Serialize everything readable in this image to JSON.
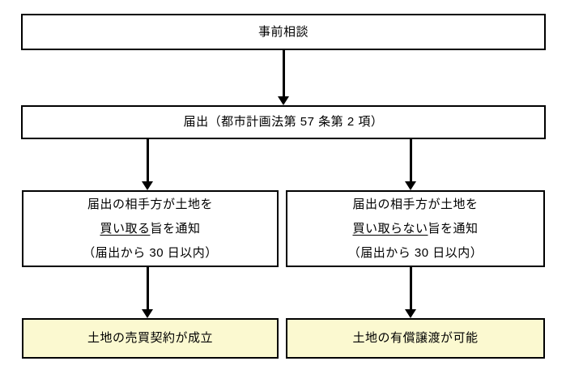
{
  "diagram": {
    "type": "flowchart",
    "colors": {
      "background": "#ffffff",
      "box_border": "#000000",
      "result_box_fill": "#fbf9d0",
      "text": "#000000",
      "arrow": "#000000"
    },
    "nodes": {
      "prior_consultation": {
        "label": "事前相談"
      },
      "notification": {
        "label": "届出（都市計画法第 57 条第 2 項）"
      },
      "buy_notice": {
        "line1": "届出の相手方が土地を",
        "line2_underline": "買い取る",
        "line2_rest": "旨を通知",
        "line3": "（届出から 30 日以内）"
      },
      "no_buy_notice": {
        "line1": "届出の相手方が土地を",
        "line2_underline": "買い取らない",
        "line2_rest": "旨を通知",
        "line3": "（届出から 30 日以内）"
      },
      "sale_contract": {
        "label": "土地の売買契約が成立"
      },
      "paid_transfer": {
        "label": "土地の有償譲渡が可能"
      }
    },
    "edges": [
      {
        "from": "prior_consultation",
        "to": "notification"
      },
      {
        "from": "notification",
        "to": "buy_notice"
      },
      {
        "from": "notification",
        "to": "no_buy_notice"
      },
      {
        "from": "buy_notice",
        "to": "sale_contract"
      },
      {
        "from": "no_buy_notice",
        "to": "paid_transfer"
      }
    ]
  }
}
